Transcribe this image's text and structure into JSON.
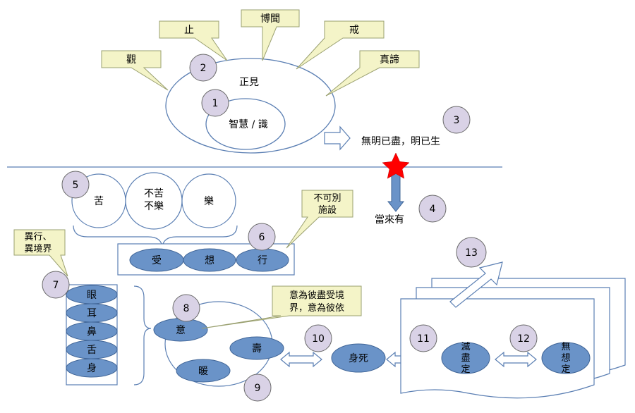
{
  "top": {
    "outer_label": "正見",
    "inner_label": "智慧 / 識",
    "callouts": {
      "guan": "觀",
      "zhi": "止",
      "bowen": "博聞",
      "jie": "戒",
      "zhendi": "真諦"
    },
    "result_label": "無明已盡，明已生"
  },
  "bottom": {
    "future_label": "當來有",
    "feelings": {
      "ku": "苦",
      "buku_line1": "不苦",
      "buku_line2": "不樂",
      "le": "樂"
    },
    "aggregates": {
      "shou": "受",
      "xiang": "想",
      "xing": "行"
    },
    "callout_bukebie": [
      "不可別",
      "施設"
    ],
    "callout_yixing": [
      "異行、",
      "異境界"
    ],
    "senses": [
      "眼",
      "耳",
      "鼻",
      "舌",
      "身"
    ],
    "mind_label": "意",
    "life_label": "壽",
    "warmth_label": "暖",
    "callout_yi": [
      "意為彼盡受境",
      "界，意為彼依"
    ],
    "body_death": "身死",
    "cessation": [
      "滅",
      "盡",
      "定"
    ],
    "no_perception": [
      "無",
      "想",
      "定"
    ]
  },
  "numbers": [
    "1",
    "2",
    "3",
    "4",
    "5",
    "6",
    "7",
    "8",
    "9",
    "10",
    "11",
    "12",
    "13"
  ],
  "colors": {
    "outline": "#5b7fb3",
    "callout_fill": "#f4f4c8",
    "callout_stroke": "#9aa070",
    "badge_fill": "#d9d2e6",
    "badge_stroke": "#6a6a6a",
    "pill_fill": "#6a93c8",
    "pill_stroke": "#3f6496",
    "star": "#ff0000",
    "arrow_down": "#6a93c8"
  }
}
